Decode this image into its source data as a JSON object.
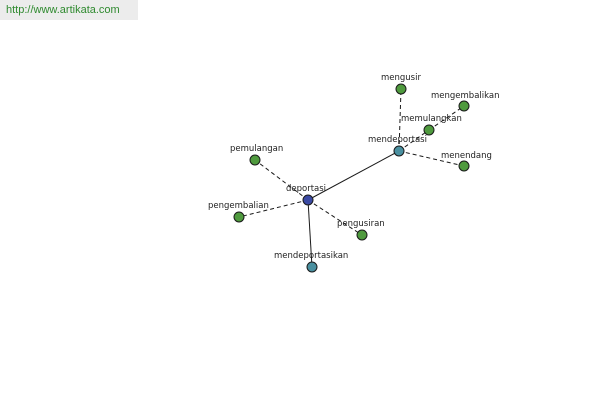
{
  "watermark": {
    "url_text": "http://www.artikata.com"
  },
  "colors": {
    "center": "#3b4aa3",
    "primary": "#4a90a0",
    "leaf": "#4f9a3e",
    "outline": "#1a1a1a",
    "edge": "#1a1a1a"
  },
  "graph": {
    "nodes": [
      {
        "id": "deportasi",
        "label": "deportasi",
        "kind": "center"
      },
      {
        "id": "mendeportasi",
        "label": "mendeportasi",
        "kind": "primary"
      },
      {
        "id": "mendeportasikan",
        "label": "mendeportasikan",
        "kind": "primary"
      },
      {
        "id": "pemulangan",
        "label": "pemulangan",
        "kind": "leaf"
      },
      {
        "id": "pengembalian",
        "label": "pengembalian",
        "kind": "leaf"
      },
      {
        "id": "pengusiran",
        "label": "pengusiran",
        "kind": "leaf"
      },
      {
        "id": "mengusir",
        "label": "mengusir",
        "kind": "leaf"
      },
      {
        "id": "mengembalikan",
        "label": "mengembalikan",
        "kind": "leaf"
      },
      {
        "id": "memulangkan",
        "label": "memulangkan",
        "kind": "leaf"
      },
      {
        "id": "menendang",
        "label": "menendang",
        "kind": "leaf"
      }
    ],
    "edges": [
      {
        "from": "deportasi",
        "to": "mendeportasi",
        "style": "solid"
      },
      {
        "from": "deportasi",
        "to": "mendeportasikan",
        "style": "solid"
      },
      {
        "from": "deportasi",
        "to": "pemulangan",
        "style": "dashed"
      },
      {
        "from": "deportasi",
        "to": "pengembalian",
        "style": "dashed"
      },
      {
        "from": "deportasi",
        "to": "pengusiran",
        "style": "dashed"
      },
      {
        "from": "mendeportasi",
        "to": "mengusir",
        "style": "dashed"
      },
      {
        "from": "mendeportasi",
        "to": "memulangkan",
        "style": "dashed"
      },
      {
        "from": "mendeportasi",
        "to": "menendang",
        "style": "dashed"
      },
      {
        "from": "memulangkan",
        "to": "mengembalikan",
        "style": "dashed"
      }
    ]
  }
}
